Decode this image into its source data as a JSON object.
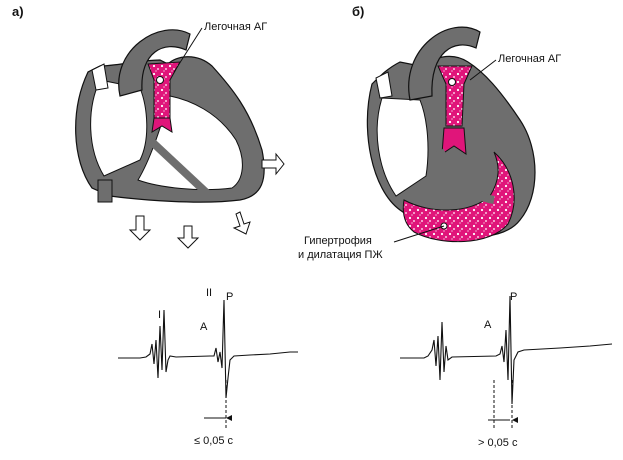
{
  "panels": {
    "a": {
      "letter": "а)",
      "heart_label": "Легочная АГ",
      "waves": {
        "first": "I",
        "second": "II",
        "a_wave": "A",
        "p_wave": "P"
      },
      "interval": "≤ 0,05 с"
    },
    "b": {
      "letter": "б)",
      "heart_label": "Легочная АГ",
      "hypertrophy_label_line1": "Гипертрофия",
      "hypertrophy_label_line2": "и дилатация ПЖ",
      "waves": {
        "a_wave": "A",
        "p_wave": "P"
      },
      "interval": "> 0,05 с"
    }
  },
  "colors": {
    "wall": "#6e6e6e",
    "accent": "#e0157a",
    "outline": "#111111",
    "background": "#ffffff"
  }
}
